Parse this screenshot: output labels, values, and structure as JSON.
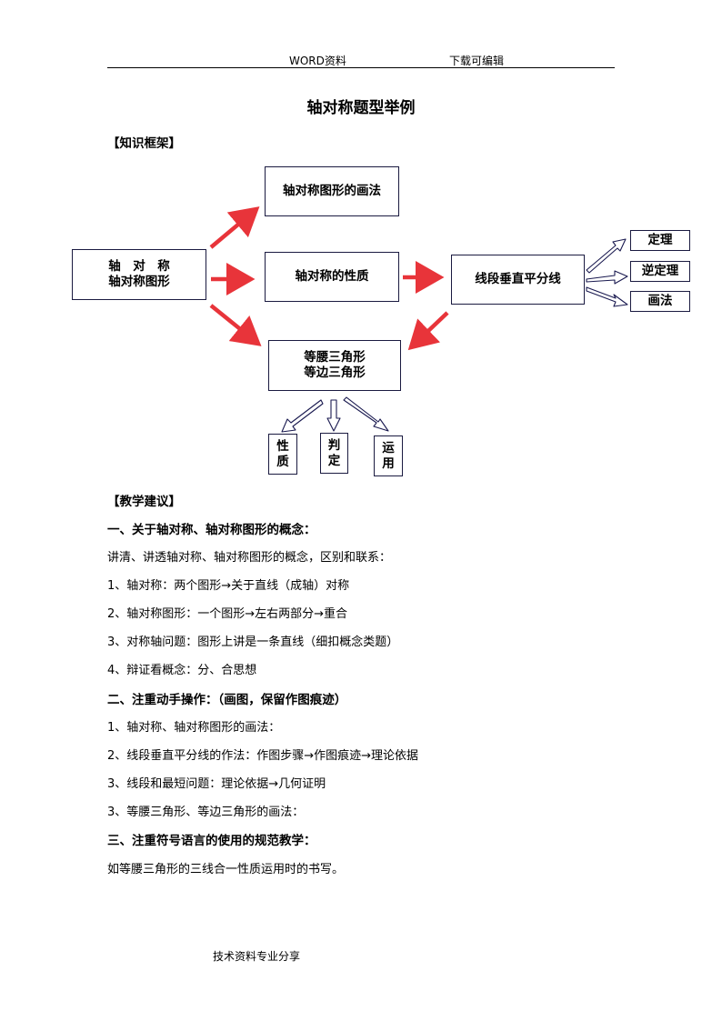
{
  "header": {
    "left": "WORD资料",
    "right": "下载可编辑"
  },
  "title": "轴对称题型举例",
  "section_framework": "【知识框架】",
  "diagram": {
    "root": [
      "轴　对　称",
      "轴对称图形"
    ],
    "draw_method": "轴对称图形的画法",
    "properties": "轴对称的性质",
    "perp_bisector": "线段垂直平分线",
    "triangles": [
      "等腰三角形",
      "等边三角形"
    ],
    "theorem": "定理",
    "converse": "逆定理",
    "drawing": "画法",
    "sub": [
      [
        "性",
        "质"
      ],
      [
        "判",
        "定"
      ],
      [
        "运",
        "用"
      ]
    ]
  },
  "section_teaching": "【教学建议】",
  "items": [
    {
      "kind": "sec",
      "text": "一、关于轴对称、轴对称图形的概念："
    },
    {
      "kind": "txt",
      "text": "讲清、讲透轴对称、轴对称图形的概念，区别和联系："
    },
    {
      "kind": "txt",
      "text": "1、轴对称：两个图形→关于直线（成轴）对称"
    },
    {
      "kind": "txt",
      "text": "2、轴对称图形：一个图形→左右两部分→重合"
    },
    {
      "kind": "txt",
      "text": "3、对称轴问题：图形上讲是一条直线（细扣概念类题）"
    },
    {
      "kind": "txt",
      "text": "4、辩证看概念：分、合思想"
    },
    {
      "kind": "sec",
      "text": "二、注重动手操作：（画图，保留作图痕迹）"
    },
    {
      "kind": "txt",
      "text": "1、轴对称、轴对称图形的画法："
    },
    {
      "kind": "txt",
      "text": "2、线段垂直平分线的作法：作图步骤→作图痕迹→理论依据"
    },
    {
      "kind": "txt",
      "text": "3、线段和最短问题：理论依据→几何证明"
    },
    {
      "kind": "txt",
      "text": "3、等腰三角形、等边三角形的画法："
    },
    {
      "kind": "sec",
      "text": "三、注重符号语言的使用的规范教学："
    },
    {
      "kind": "txt",
      "text": "如等腰三角形的三线合一性质运用时的书写。"
    }
  ],
  "footer": "技术资料专业分享",
  "colors": {
    "red_arrow": "#e8343a",
    "outline_arrow": "#1a1a50",
    "box_border": "#1a1a40"
  }
}
